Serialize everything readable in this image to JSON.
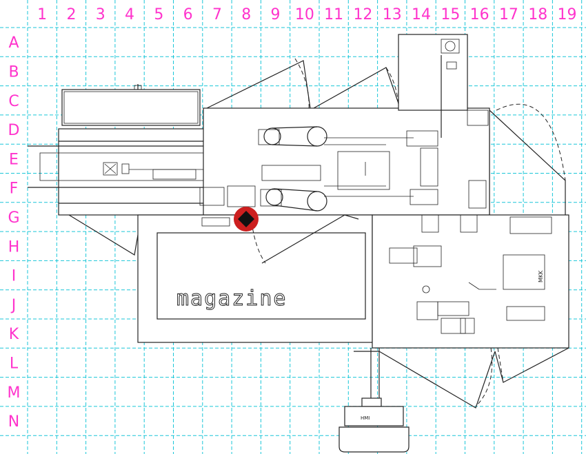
{
  "grid": {
    "columns": [
      "1",
      "2",
      "3",
      "4",
      "5",
      "6",
      "7",
      "8",
      "9",
      "10",
      "11",
      "12",
      "13",
      "14",
      "15",
      "16",
      "17",
      "18",
      "19"
    ],
    "rows": [
      "A",
      "B",
      "C",
      "D",
      "E",
      "F",
      "G",
      "H",
      "I",
      "J",
      "K",
      "L",
      "M",
      "N"
    ],
    "label_color": "#ff33cc",
    "line_color": "#19c6d8"
  },
  "drawing": {
    "magazine_label": "magazine",
    "hmi_label": "HMI",
    "mkk_label": "MKK"
  },
  "marker": {
    "name": "position-marker",
    "outer_color": "#cc1f1f",
    "inner_color": "#111111",
    "cell": "G8"
  }
}
